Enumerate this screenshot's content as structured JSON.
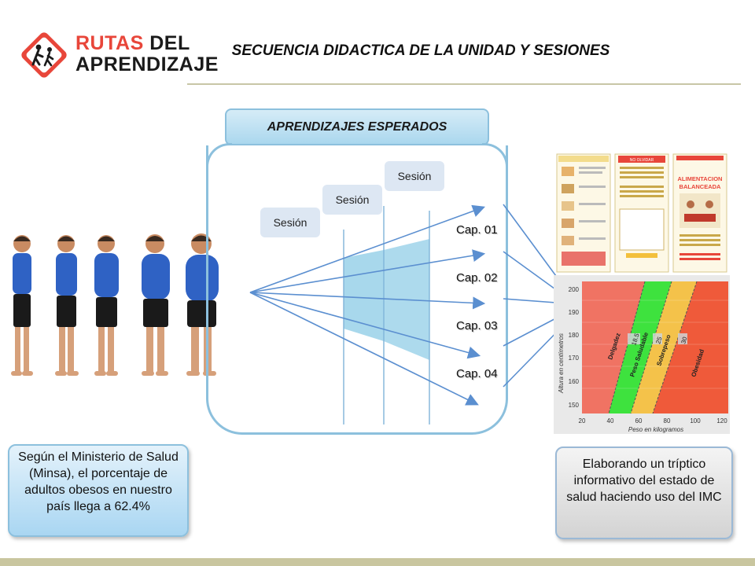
{
  "logo": {
    "line1": "RUTAS",
    "line2": "DEL",
    "line3": "APRENDIZAJE"
  },
  "title": "SECUENCIA DIDACTICA DE LA UNIDAD Y SESIONES",
  "header": "APRENDIZAJES ESPERADOS",
  "sesiones": [
    "Sesión",
    "Sesión",
    "Sesión"
  ],
  "caps": [
    "Cap. 01",
    "Cap. 02",
    "Cap. 03",
    "Cap. 04"
  ],
  "note_left": "Según el Ministerio de Salud (Minsa), el porcentaje de adultos obesos en nuestro país llega a 62.4%",
  "note_right": "Elaborando un tríptico informativo del estado de salud haciendo uso del IMC",
  "triptico": {
    "panel2_title": "NO OLVIDAR",
    "panel3_title1": "ALIMENTACION",
    "panel3_title2": "BALANCEADA"
  },
  "bmi_chart": {
    "ylabel": "Altura en centímetros",
    "xlabel": "Peso en kilogramos",
    "yticks": [
      "200",
      "190",
      "180",
      "170",
      "160",
      "150"
    ],
    "xticks": [
      "20",
      "40",
      "60",
      "80",
      "100",
      "120"
    ],
    "zones": [
      "Delgadez",
      "Peso Saludable",
      "Sobrepeso",
      "Obesidad"
    ],
    "thresholds": [
      "18.5",
      "25",
      "30"
    ],
    "colors": {
      "delgadez": "#f07363",
      "saludable": "#3ee23e",
      "sobrepeso": "#f4c24a",
      "obesidad": "#ef5a3a"
    }
  }
}
